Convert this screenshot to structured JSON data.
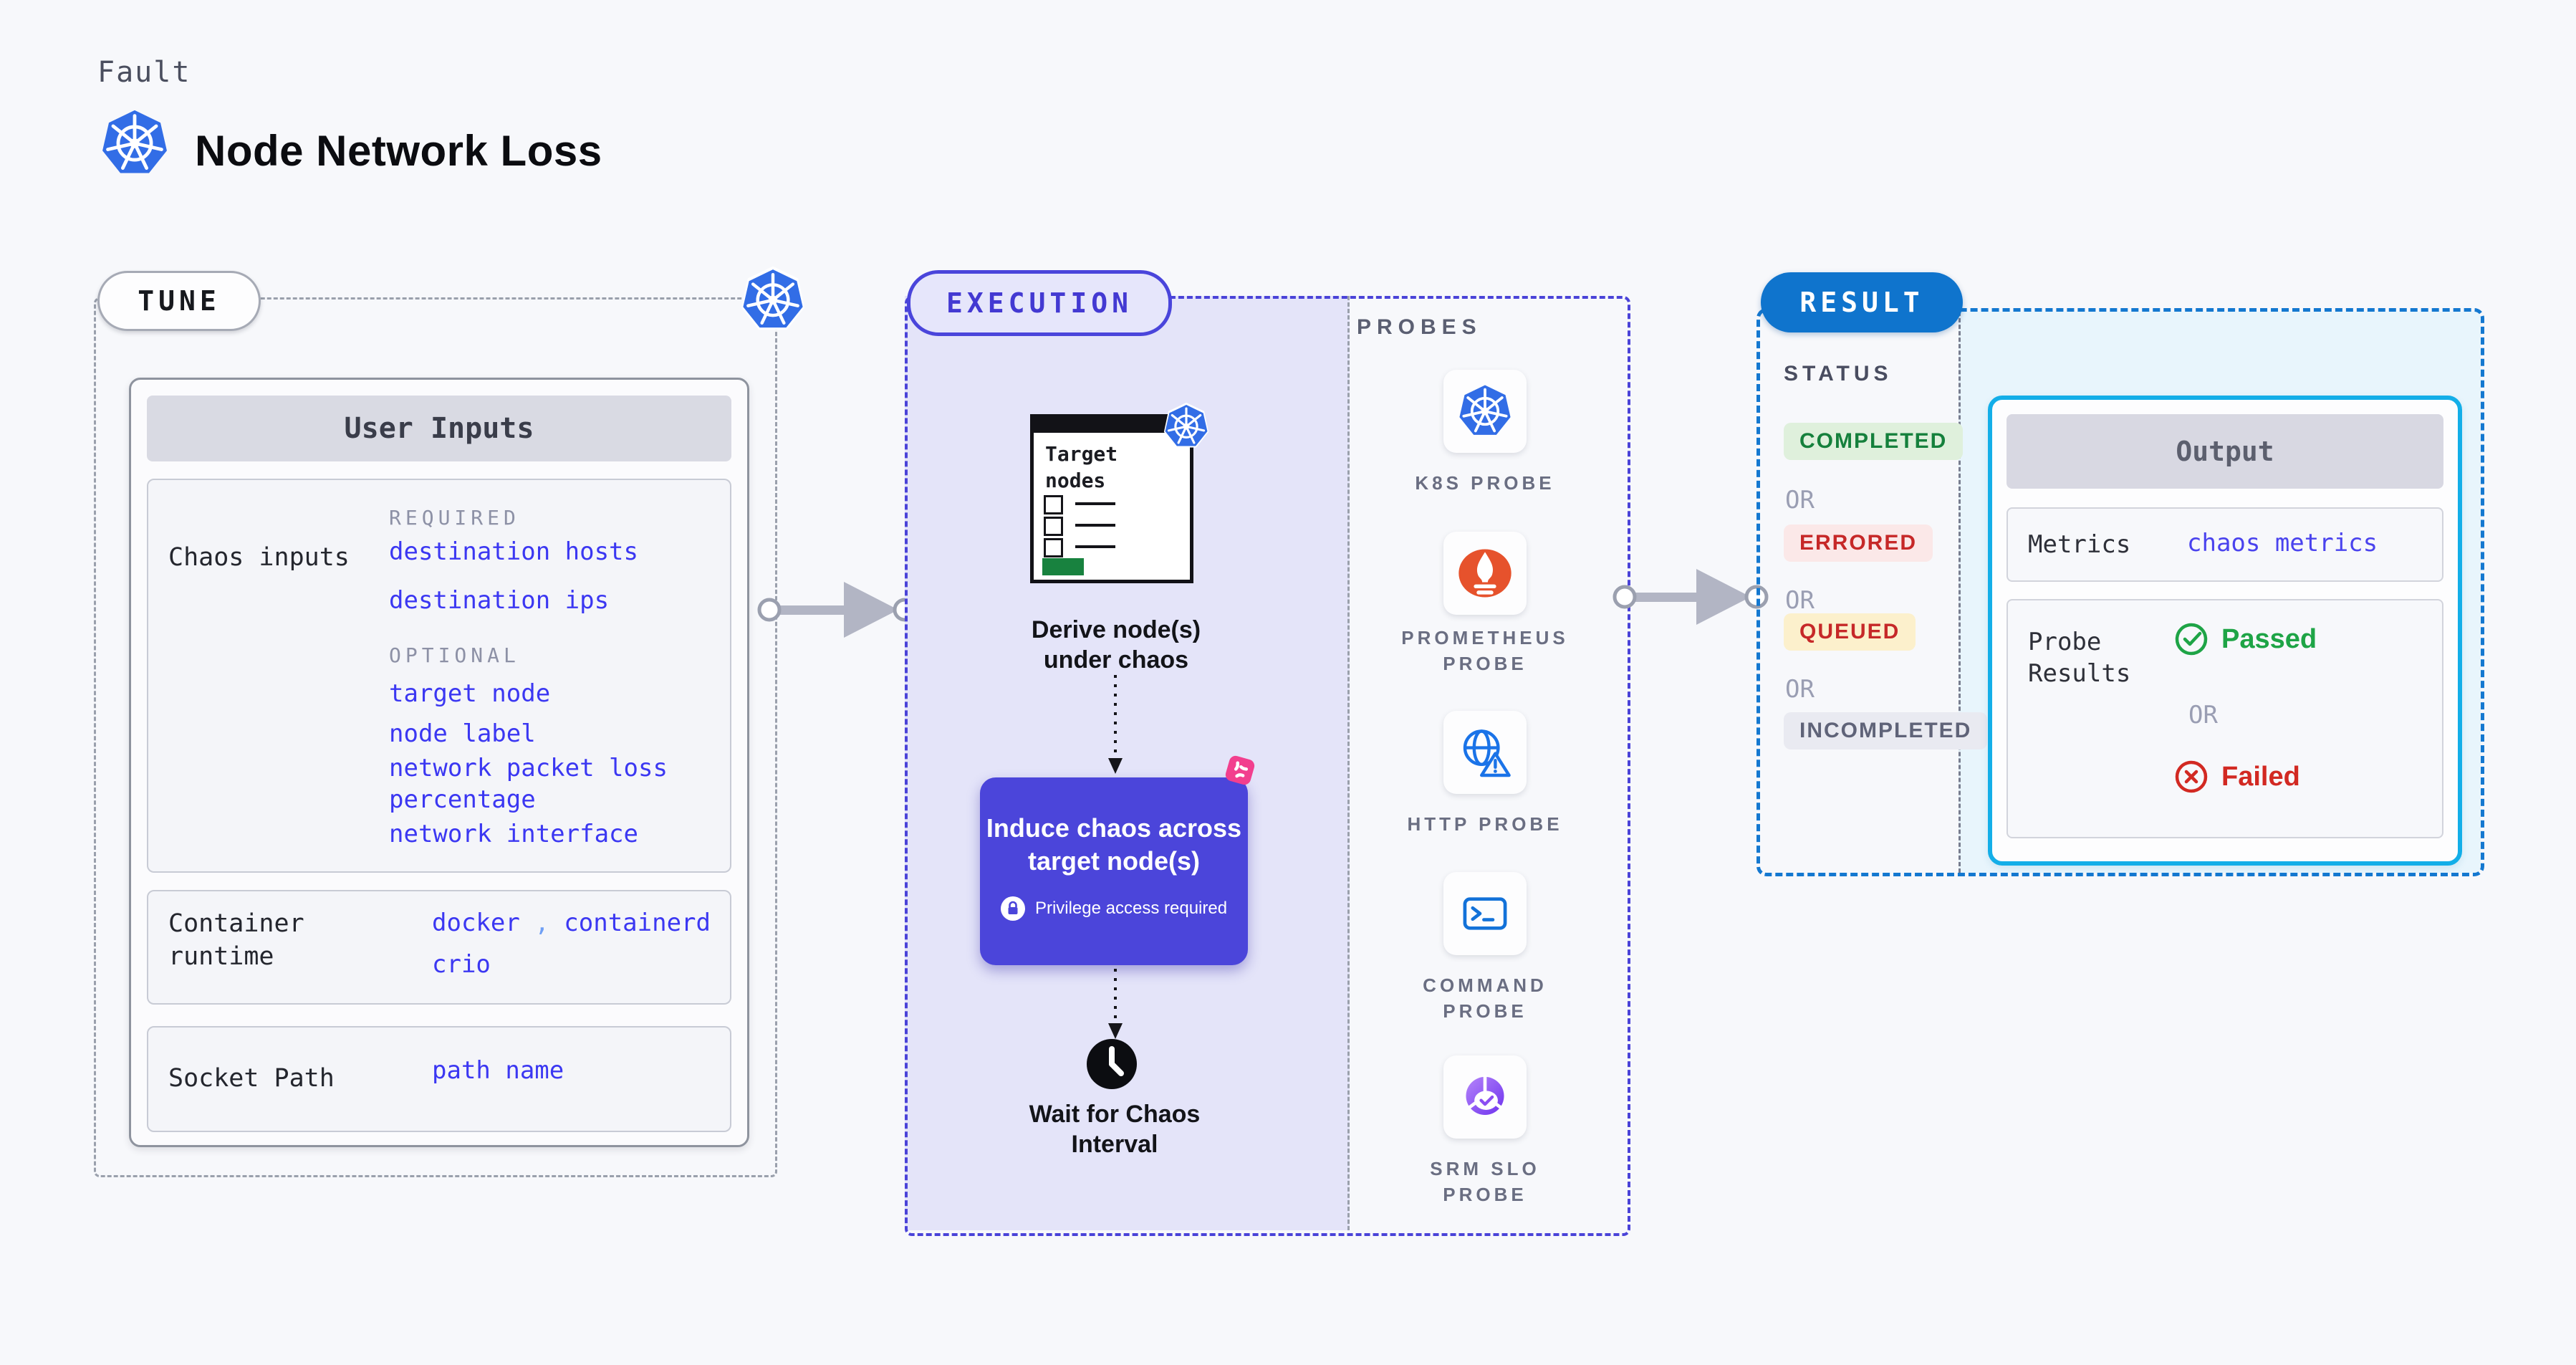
{
  "header": {
    "kicker": "Fault",
    "title": "Node Network Loss"
  },
  "tune": {
    "badge": "TUNE",
    "user_inputs": {
      "title": "User Inputs",
      "chaos_inputs": {
        "label": "Chaos inputs",
        "required_heading": "REQUIRED",
        "required_links": [
          "destination hosts",
          "destination ips"
        ],
        "optional_heading": "OPTIONAL",
        "optional_links": [
          "target node",
          "node label",
          "network packet loss percentage",
          "network interface"
        ]
      },
      "container_runtime": {
        "label": "Container runtime",
        "values": [
          "docker",
          "containerd"
        ],
        "separator": ",",
        "extra_value": "crio"
      },
      "socket_path": {
        "label": "Socket Path",
        "value": "path name"
      }
    }
  },
  "execution": {
    "badge": "EXECUTION",
    "target_card_title": "Target nodes",
    "derive_lines": [
      "Derive node(s)",
      "under chaos"
    ],
    "induce_lines": [
      "Induce chaos across",
      "target node(s)"
    ],
    "privilege_note": "Privilege access required",
    "wait_lines": [
      "Wait for Chaos",
      "Interval"
    ]
  },
  "probes": {
    "heading": "PROBES",
    "items": [
      {
        "label": "K8S PROBE",
        "icon": "kubernetes-icon"
      },
      {
        "label": "PROMETHEUS PROBE",
        "icon": "prometheus-icon"
      },
      {
        "label": "HTTP PROBE",
        "icon": "http-globe-icon"
      },
      {
        "label": "COMMAND PROBE",
        "icon": "terminal-icon"
      },
      {
        "label": "SRM SLO PROBE",
        "icon": "slo-gauge-icon"
      }
    ]
  },
  "result": {
    "badge": "RESULT",
    "status_heading": "STATUS",
    "or_label": "OR",
    "statuses": [
      {
        "label": "COMPLETED",
        "text_color": "#15803c",
        "bg_color": "#dff0dc"
      },
      {
        "label": "ERRORED",
        "text_color": "#c62828",
        "bg_color": "#fbe8e8"
      },
      {
        "label": "QUEUED",
        "text_color": "#c62828",
        "bg_color": "#fcf0cc"
      },
      {
        "label": "INCOMPLETED",
        "text_color": "#5f6378",
        "bg_color": "#e9eaf1"
      }
    ],
    "output": {
      "title": "Output",
      "metrics_label": "Metrics",
      "metrics_value": "chaos metrics",
      "probe_results_label": "Probe Results",
      "passed": "Passed",
      "or_label": "OR",
      "failed": "Failed"
    }
  },
  "colors": {
    "page_bg": "#f7f8fb",
    "lavender_fill": "#e4e4f9",
    "indigo_dash": "#4a43d8",
    "gray_dash": "#9aa0ac",
    "result_blue": "#0f74cd",
    "result_dash": "#1478d0",
    "cyan_fill": "#e8f5fc",
    "cyan_border": "#13aee8",
    "link_indigo": "#3b37f2",
    "induce_purple": "#4b45da",
    "chaos_pink": "#f23f8e",
    "passed_green": "#1ea446",
    "failed_red": "#d22922",
    "kubernetes_blue": "#326de6",
    "prometheus_orange": "#e6522c",
    "target_green": "#18823f"
  }
}
